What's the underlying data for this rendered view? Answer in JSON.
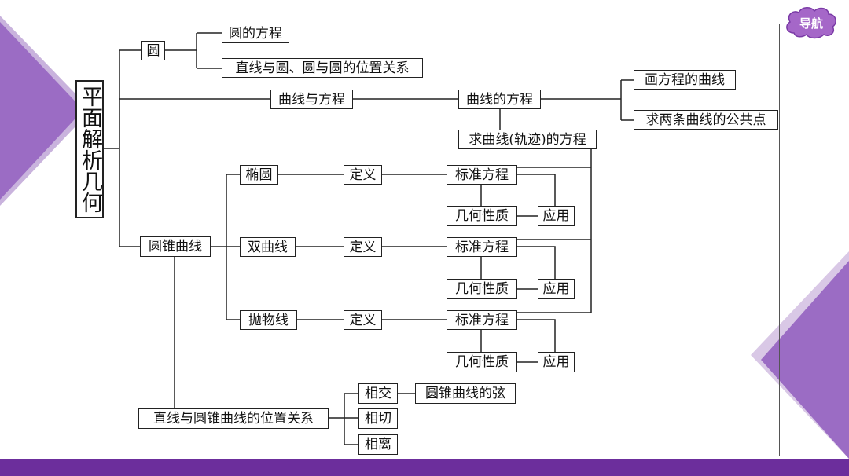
{
  "colors": {
    "accent_dark": "#6c2e9c",
    "accent_mid": "#9b6cc4",
    "accent_light": "#c9b3dd",
    "nav_badge": "#a567c8",
    "line": "#222222"
  },
  "nav": {
    "label": "导航",
    "icon": "cloud-badge-icon"
  },
  "diagram": {
    "root": "平面解析几何",
    "circle": "圆",
    "circle_equation": "圆的方程",
    "circle_relations": "直线与圆、圆与圆的位置关系",
    "curve_and_equation": "曲线与方程",
    "curve_equation": "曲线的方程",
    "draw_curve": "画方程的曲线",
    "common_points": "求两条曲线的公共点",
    "trajectory_equation": "求曲线(轨迹)的方程",
    "conic": "圆锥曲线",
    "ellipse": "椭圆",
    "hyperbola": "双曲线",
    "parabola": "抛物线",
    "definition": "定义",
    "standard_equation": "标准方程",
    "geometric_property": "几何性质",
    "application": "应用",
    "line_conic_relation": "直线与圆锥曲线的位置关系",
    "intersect": "相交",
    "tangent": "相切",
    "separate": "相离",
    "chord": "圆锥曲线的弦"
  }
}
